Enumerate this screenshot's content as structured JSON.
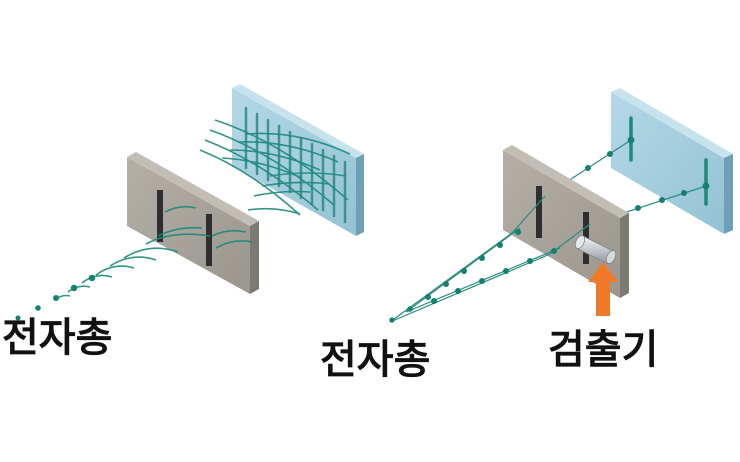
{
  "labels": {
    "left": "전자총",
    "middle": "전자총",
    "detector": "검출기"
  },
  "colors": {
    "wave": "#1c8a7c",
    "particle": "#14806f",
    "slit_plate": "#a8a49c",
    "slit_plate_side": "#7d7a74",
    "screen": "#9fc9d9",
    "screen_side": "#6f9fb4",
    "arrow": "#f07a2a",
    "detector": "#c9ccd0"
  }
}
